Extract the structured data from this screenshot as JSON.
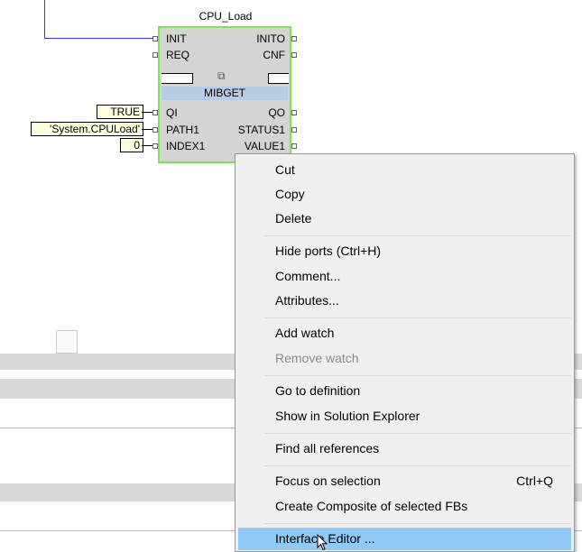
{
  "fb": {
    "title": "CPU_Load",
    "type_name": "MIBGET",
    "inputs": [
      "INIT",
      "REQ",
      "QI",
      "PATH1",
      "INDEX1"
    ],
    "outputs": [
      "INITO",
      "CNF",
      "QO",
      "STATUS1",
      "VALUE1"
    ],
    "icon": "fb-type-icon"
  },
  "constants": [
    "TRUE",
    "'System.CPULoad'",
    "0"
  ],
  "menu": {
    "cut": "Cut",
    "copy": "Copy",
    "delete": "Delete",
    "hide_ports": "Hide ports (Ctrl+H)",
    "comment": "Comment...",
    "attributes": "Attributes...",
    "add_watch": "Add watch",
    "remove_watch": "Remove watch",
    "go_to_definition": "Go to definition",
    "show_in_solution_explorer": "Show in Solution Explorer",
    "find_all_references": "Find all references",
    "focus_on_selection": "Focus on selection",
    "focus_shortcut": "Ctrl+Q",
    "create_composite": "Create Composite of selected FBs",
    "interface_editor": "Interface Editor ..."
  },
  "colors": {
    "selection_border": "#7fe05c",
    "wire": "#3333ff",
    "menu_hover": "#91c9f7"
  }
}
